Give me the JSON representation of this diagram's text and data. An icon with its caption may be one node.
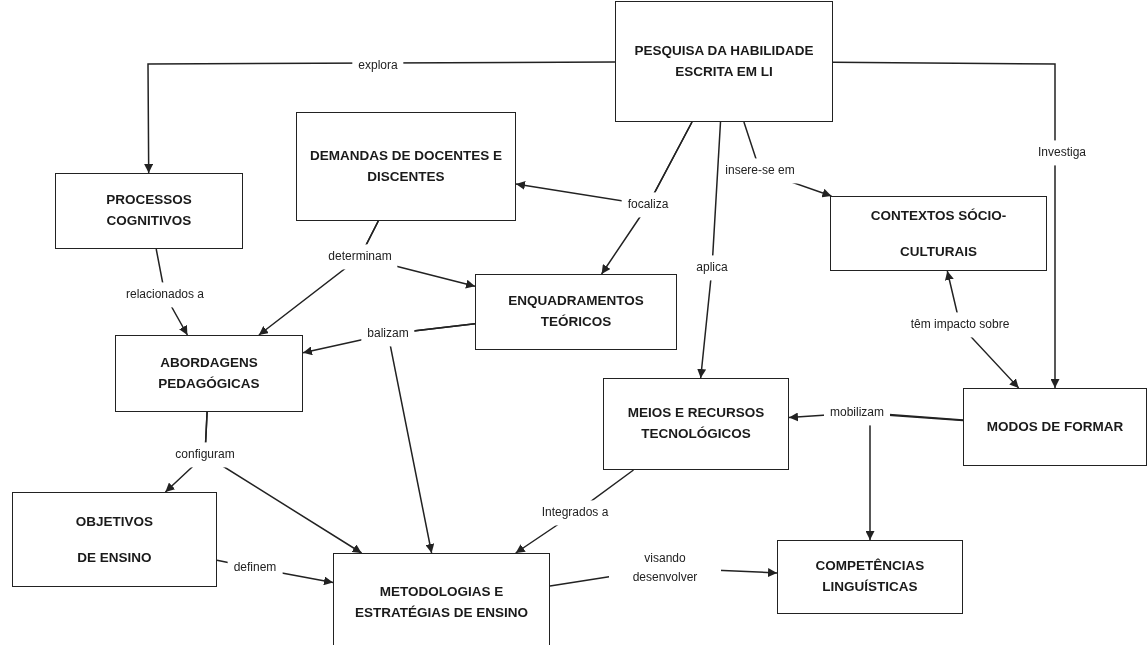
{
  "diagram": {
    "nodes": [
      {
        "text": [
          "PESQUISA DA HABILIDADE ESCRITA EM LI"
        ]
      },
      {
        "text": [
          "DEMANDAS DE DOCENTES E DISCENTES"
        ]
      },
      {
        "text": [
          "PROCESSOS COGNITIVOS"
        ]
      },
      {
        "text": [
          "CONTEXTOS SÓCIO-CULTURAIS"
        ]
      },
      {
        "text": [
          "ENQUADRAMENTOS TEÓRICOS"
        ]
      },
      {
        "text": [
          "ABORDAGENS PEDAGÓGICAS"
        ]
      },
      {
        "text": [
          "MEIOS E RECURSOS TECNOLÓGICOS"
        ]
      },
      {
        "text": [
          "MODOS DE FORMAR"
        ]
      },
      {
        "text": [
          "OBJETIVOS DE ENSINO"
        ]
      },
      {
        "text": [
          "METODOLOGIAS E ESTRATÉGIAS DE ENSINO"
        ]
      },
      {
        "text": [
          "COMPETÊNCIAS LINGUÍSTICAS"
        ]
      }
    ],
    "edges": [
      {
        "from": 0,
        "to": 2,
        "arrow": "to",
        "label": "explora"
      },
      {
        "from": 0,
        "to": 1,
        "arrow": "to",
        "label": "focaliza"
      },
      {
        "from": 0,
        "to": 4,
        "arrow": "to"
      },
      {
        "from": 0,
        "to": 3,
        "arrow": "to",
        "label": "insere-se em"
      },
      {
        "from": 0,
        "to": 6,
        "arrow": "to",
        "label": "aplica"
      },
      {
        "from": 0,
        "to": 7,
        "arrow": "to",
        "label": "Investiga"
      },
      {
        "from": 2,
        "to": 5,
        "arrow": "to",
        "label": "relacionados a"
      },
      {
        "from": 1,
        "to": 5,
        "arrow": "to",
        "label": "determinam"
      },
      {
        "from": 1,
        "to": 4,
        "arrow": "to"
      },
      {
        "from": 4,
        "to": 5,
        "arrow": "to",
        "label": "balizam"
      },
      {
        "from": 4,
        "to": 9,
        "arrow": "to"
      },
      {
        "from": 5,
        "to": 8,
        "arrow": "to",
        "label": "configuram"
      },
      {
        "from": 5,
        "to": 9,
        "arrow": "to"
      },
      {
        "from": 3,
        "to": 7,
        "arrow": "both",
        "label": "têm impacto sobre"
      },
      {
        "from": 7,
        "to": 6,
        "arrow": "to",
        "label": "mobilizam"
      },
      {
        "from": 7,
        "to": 10,
        "arrow": "to"
      },
      {
        "from": 6,
        "to": 9,
        "arrow": "to",
        "label": "Integrados a"
      },
      {
        "from": 8,
        "to": 9,
        "arrow": "to",
        "label": "definem"
      },
      {
        "from": 9,
        "to": 10,
        "arrow": "to",
        "label": "visando desenvolver"
      }
    ]
  }
}
